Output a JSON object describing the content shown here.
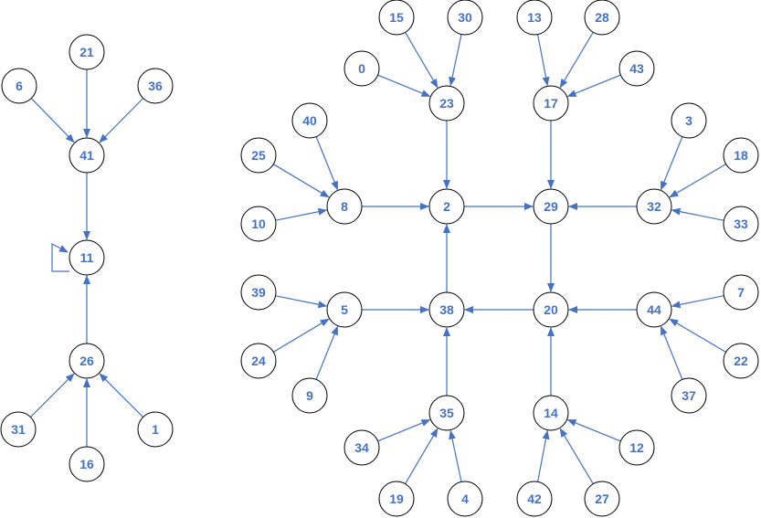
{
  "style": {
    "edge_color": "#4472C4",
    "label_color": "#4472C4",
    "node_stroke": "#000000",
    "node_fill": "#ffffff"
  },
  "nodes": [
    {
      "id": "0"
    },
    {
      "id": "1"
    },
    {
      "id": "2"
    },
    {
      "id": "3"
    },
    {
      "id": "4"
    },
    {
      "id": "5"
    },
    {
      "id": "6"
    },
    {
      "id": "7"
    },
    {
      "id": "8"
    },
    {
      "id": "9"
    },
    {
      "id": "10"
    },
    {
      "id": "11"
    },
    {
      "id": "12"
    },
    {
      "id": "13"
    },
    {
      "id": "14"
    },
    {
      "id": "15"
    },
    {
      "id": "16"
    },
    {
      "id": "17"
    },
    {
      "id": "18"
    },
    {
      "id": "19"
    },
    {
      "id": "20"
    },
    {
      "id": "21"
    },
    {
      "id": "22"
    },
    {
      "id": "23"
    },
    {
      "id": "24"
    },
    {
      "id": "25"
    },
    {
      "id": "26"
    },
    {
      "id": "27"
    },
    {
      "id": "28"
    },
    {
      "id": "29"
    },
    {
      "id": "30"
    },
    {
      "id": "31"
    },
    {
      "id": "32"
    },
    {
      "id": "33"
    },
    {
      "id": "34"
    },
    {
      "id": "35"
    },
    {
      "id": "36"
    },
    {
      "id": "37"
    },
    {
      "id": "38"
    },
    {
      "id": "39"
    },
    {
      "id": "40"
    },
    {
      "id": "41"
    },
    {
      "id": "42"
    },
    {
      "id": "43"
    },
    {
      "id": "44"
    }
  ],
  "edges": [
    {
      "from": "21",
      "to": "41"
    },
    {
      "from": "6",
      "to": "41"
    },
    {
      "from": "36",
      "to": "41"
    },
    {
      "from": "41",
      "to": "11"
    },
    {
      "from": "11",
      "to": "11"
    },
    {
      "from": "26",
      "to": "11"
    },
    {
      "from": "31",
      "to": "26"
    },
    {
      "from": "16",
      "to": "26"
    },
    {
      "from": "1",
      "to": "26"
    },
    {
      "from": "15",
      "to": "23"
    },
    {
      "from": "30",
      "to": "23"
    },
    {
      "from": "0",
      "to": "23"
    },
    {
      "from": "13",
      "to": "17"
    },
    {
      "from": "28",
      "to": "17"
    },
    {
      "from": "43",
      "to": "17"
    },
    {
      "from": "40",
      "to": "8"
    },
    {
      "from": "25",
      "to": "8"
    },
    {
      "from": "10",
      "to": "8"
    },
    {
      "from": "3",
      "to": "32"
    },
    {
      "from": "18",
      "to": "32"
    },
    {
      "from": "33",
      "to": "32"
    },
    {
      "from": "23",
      "to": "2"
    },
    {
      "from": "8",
      "to": "2"
    },
    {
      "from": "2",
      "to": "29"
    },
    {
      "from": "17",
      "to": "29"
    },
    {
      "from": "32",
      "to": "29"
    },
    {
      "from": "29",
      "to": "20"
    },
    {
      "from": "38",
      "to": "2"
    },
    {
      "from": "5",
      "to": "38"
    },
    {
      "from": "20",
      "to": "38"
    },
    {
      "from": "35",
      "to": "38"
    },
    {
      "from": "39",
      "to": "5"
    },
    {
      "from": "24",
      "to": "5"
    },
    {
      "from": "9",
      "to": "5"
    },
    {
      "from": "44",
      "to": "20"
    },
    {
      "from": "14",
      "to": "20"
    },
    {
      "from": "7",
      "to": "44"
    },
    {
      "from": "22",
      "to": "44"
    },
    {
      "from": "37",
      "to": "44"
    },
    {
      "from": "34",
      "to": "35"
    },
    {
      "from": "19",
      "to": "35"
    },
    {
      "from": "4",
      "to": "35"
    },
    {
      "from": "12",
      "to": "14"
    },
    {
      "from": "42",
      "to": "14"
    },
    {
      "from": "27",
      "to": "14"
    }
  ]
}
